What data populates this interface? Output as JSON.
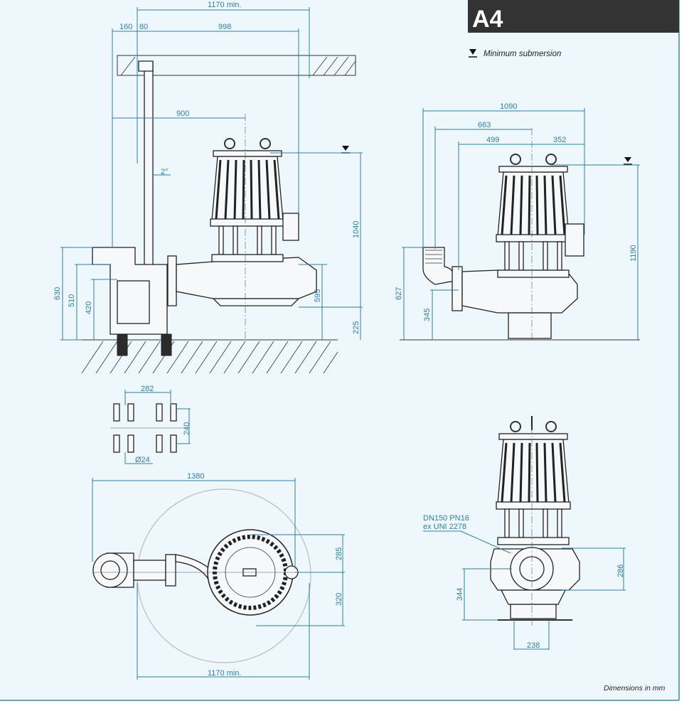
{
  "header": {
    "code": "A4",
    "legend_label": "Minimum submersion",
    "legend_icon": "submersion-level-icon"
  },
  "side_view": {
    "dims": {
      "rail_spacing": "1170 min.",
      "offset_160": "160",
      "offset_80": "80",
      "len_998": "998",
      "len_900": "900",
      "angle": "2°",
      "h_1040": "1040",
      "h_595": "595",
      "h_225": "225",
      "h_630": "630",
      "h_510": "510",
      "h_420": "420"
    }
  },
  "front_view": {
    "dims": {
      "w_1090": "1090",
      "w_663": "663",
      "w_499": "499",
      "w_352": "352",
      "h_1190": "1190",
      "h_627": "627",
      "h_345": "345"
    }
  },
  "anchor_detail": {
    "dims": {
      "w_282": "282",
      "h_240": "240",
      "bolt": "Ø24"
    }
  },
  "plan_view": {
    "dims": {
      "w_1380": "1380",
      "h_285": "285",
      "h_320": "320",
      "rail_spacing": "1170 min."
    }
  },
  "outlet_view": {
    "flange_line1": "DN150 PN16",
    "flange_line2": "ex UNI 2278",
    "dims": {
      "h_286": "286",
      "h_344": "344",
      "w_238": "238"
    }
  },
  "footer": {
    "units_note": "Dimensions in mm"
  },
  "colors": {
    "background": "#eef7fb",
    "dimension": "#2f7fa6",
    "header_bg": "#333333",
    "border": "#3d8a9a"
  }
}
